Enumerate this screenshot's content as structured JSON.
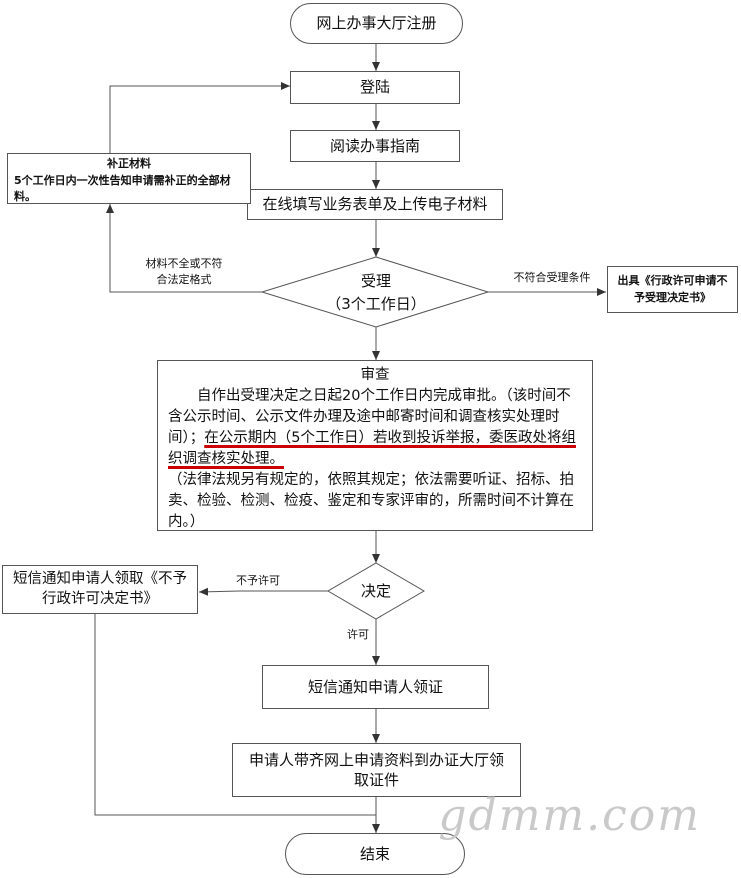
{
  "nodes": {
    "start": "网上办事大厅注册",
    "login": "登陆",
    "guide": "阅读办事指南",
    "fill_form": "在线填写业务表单及上传电子材料",
    "supplement_title": "补正材料",
    "supplement_body": "5个工作日内一次性告知申请需补正的全部材料。",
    "accept_line1": "受理",
    "accept_line2": "（3个工作日）",
    "reject_doc": "出具《行政许可申请不予受理决定书》",
    "review_title": "审查",
    "review_p1": "自作出受理决定之日起20个工作日内完成审批。（该时间不含公示时间、公示文件办理及途中邮寄时间和调查核实处理时间）；",
    "review_highlight": "在公示期内（5个工作日）若收到投诉举报，委医政处将组织调查核实处理。",
    "review_p2": "（法律法规另有规定的，依照其规定；依法需要听证、招标、拍卖、检验、检测、检疫、鉴定和专家评审的，所需时间不计算在内。）",
    "decide": "决定",
    "sms_deny": "短信通知申请人领取《不予行政许可决定书》",
    "sms_license": "短信通知申请人领证",
    "collect": "申请人带齐网上申请资料到办证大厅领取证件",
    "end": "结束"
  },
  "edge_labels": {
    "incomplete": "材料不全或不符合法定格式",
    "not_eligible": "不符合受理条件",
    "deny": "不予许可",
    "permit": "许可"
  },
  "watermark": "gdmm.com"
}
